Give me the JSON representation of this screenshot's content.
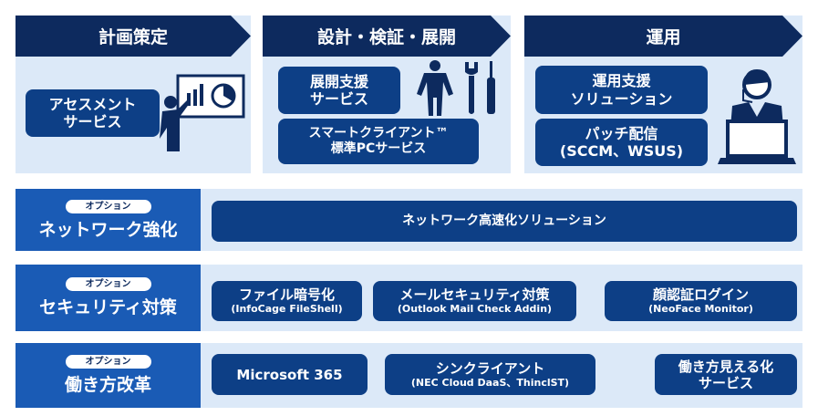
{
  "phases": [
    {
      "title": "計画策定",
      "items": [
        [
          "アセスメント",
          "サービス"
        ]
      ],
      "icon": "presenter-icon"
    },
    {
      "title": "設計・検証・展開",
      "items": [
        [
          "展開支援",
          "サービス"
        ],
        [
          "スマートクライアント™",
          "標準PCサービス"
        ]
      ],
      "icon": "worker-tools-icon"
    },
    {
      "title": "運用",
      "items": [
        [
          "運用支援",
          "ソリューション"
        ],
        [
          "パッチ配信",
          "(SCCM、WSUS)"
        ]
      ],
      "icon": "operator-laptop-icon"
    }
  ],
  "options": [
    {
      "badge": "オプション",
      "label": "ネットワーク強化",
      "items": [
        {
          "main": "ネットワーク高速化ソリューション"
        }
      ]
    },
    {
      "badge": "オプション",
      "label": "セキュリティ対策",
      "items": [
        {
          "main": "ファイル暗号化",
          "sub": "(InfoCage FileShell)"
        },
        {
          "main": "メールセキュリティ対策",
          "sub": "(Outlook Mail Check Addin)"
        },
        {
          "main": "顔認証ログイン",
          "sub": "(NeoFace Monitor)"
        }
      ]
    },
    {
      "badge": "オプション",
      "label": "働き方改革",
      "items": [
        {
          "main": "Microsoft 365"
        },
        {
          "main": "シンクライアント",
          "sub": "(NEC Cloud DaaS、ThinclST)"
        },
        {
          "main": "働き方見える化",
          "sub": "サービス"
        }
      ]
    }
  ],
  "colors": {
    "header": "#0d2a5e",
    "pill": "#0d3f86",
    "label": "#1a5bb5",
    "bg": "#dce9f8"
  }
}
